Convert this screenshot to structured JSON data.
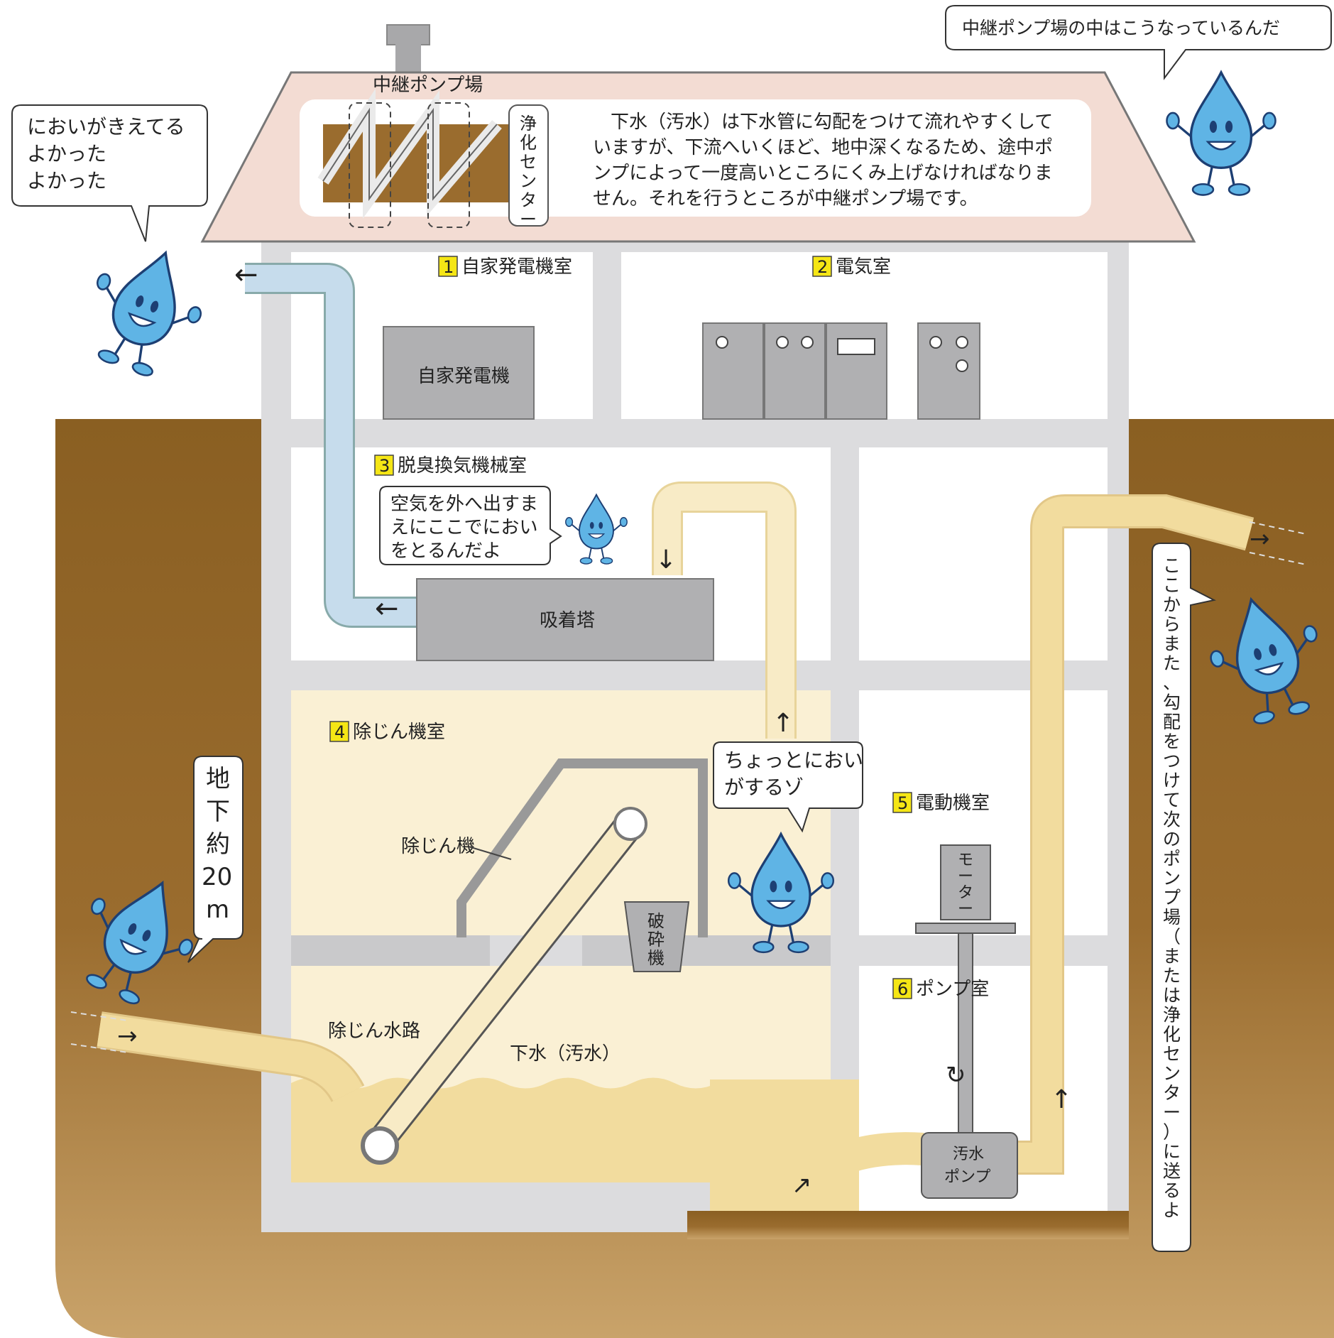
{
  "header": {
    "relay_label": "中継ポンプ場",
    "plant_label": "浄化センター",
    "explanation": [
      "下水（汚水）は下水管に勾配をつけて流れやすくして",
      "いますが、下流へいくほど、地中深くなるため、途中ポ",
      "ンプによって一度高いところにくみ上げなければなりま",
      "せん。それを行うところが中継ポンプ場です。"
    ]
  },
  "bubbles": {
    "top_right": "中継ポンプ場の中はこうなっているんだ",
    "top_left": [
      "においがきえてる",
      "よかった",
      "よかった"
    ],
    "deodor": [
      "空気を外へ出すま",
      "えにここでにおい",
      "をとるんだよ"
    ],
    "smell": [
      "ちょっとにおい",
      "がするゾ"
    ],
    "depth": [
      "地",
      "下",
      "約",
      "20",
      "m"
    ],
    "right_vertical": [
      "こ",
      "こ",
      "か",
      "ら",
      "ま",
      "た",
      "、",
      "勾",
      "配",
      "を",
      "つ",
      "け",
      "て",
      "次",
      "の",
      "ポ",
      "ン",
      "プ",
      "場",
      "（",
      "ま",
      "た",
      "は",
      "浄",
      "化",
      "セ",
      "ン",
      "タ",
      "ー",
      "）",
      "に",
      "送",
      "る",
      "よ"
    ]
  },
  "rooms": [
    {
      "num": "1",
      "name": "自家発電機室"
    },
    {
      "num": "2",
      "name": "電気室"
    },
    {
      "num": "3",
      "name": "脱臭換気機械室"
    },
    {
      "num": "4",
      "name": "除じん機室"
    },
    {
      "num": "5",
      "name": "電動機室"
    },
    {
      "num": "6",
      "name": "ポンプ室"
    }
  ],
  "equipment": {
    "generator": "自家発電機",
    "adsorber": "吸着塔",
    "screen": "除じん機",
    "crusher": [
      "破",
      "砕",
      "機"
    ],
    "channel": "除じん水路",
    "sewage": "下水（汚水）",
    "motor": [
      "モ",
      "ー",
      "タ",
      "ー"
    ],
    "pump": [
      "汚水",
      "ポンプ"
    ]
  },
  "colors": {
    "soil": "#8f6427",
    "building": "#dcdcde",
    "roof": "#f3dcd3",
    "air_duct": "#c6dcec",
    "sewage": "#f2dc9e",
    "room_highlight": "#faf0d4",
    "machine": "#b0b0b2",
    "number_box": "#f5e615",
    "droplet": "#5fb4e5"
  }
}
